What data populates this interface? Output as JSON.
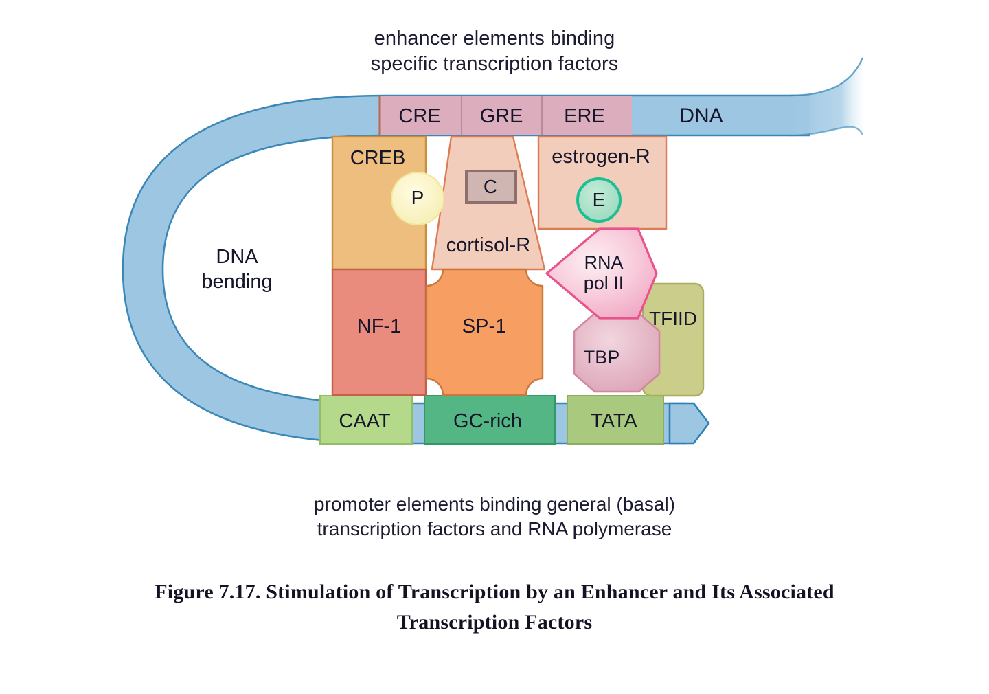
{
  "figure": {
    "top_caption_line1": "enhancer elements binding",
    "top_caption_line2": "specific transcription factors",
    "bottom_caption_line1": "promoter elements binding general (basal)",
    "bottom_caption_line2": "transcription factors and RNA polymerase",
    "caption_line1": "Figure 7.17.  Stimulation of Transcription by an Enhancer and Its Associated",
    "caption_line2": "Transcription Factors"
  },
  "dna": {
    "label": "DNA",
    "bending_label_line1": "DNA",
    "bending_label_line2": "bending",
    "strand_fill": "#9CC6E2",
    "strand_stroke": "#2F80B4"
  },
  "enhancer_elements": [
    {
      "label": "CRE",
      "fill": "#DCADBC"
    },
    {
      "label": "GRE",
      "fill": "#DCADBC"
    },
    {
      "label": "ERE",
      "fill": "#DCADBC"
    }
  ],
  "promoter_elements": [
    {
      "label": "CAAT",
      "fill": "#B5D98A"
    },
    {
      "label": "GC-rich",
      "fill": "#54B684"
    },
    {
      "label": "TATA",
      "fill": "#A8C97E"
    }
  ],
  "proteins": [
    {
      "name": "CREB",
      "label": "CREB",
      "fill": "#EEBE7E",
      "stroke": "#C98F3F",
      "shape": "rect"
    },
    {
      "name": "cortisol-R",
      "label": "cortisol-R",
      "fill": "#F3CDBB",
      "stroke": "#DC7C55",
      "shape": "trapezoid"
    },
    {
      "name": "estrogen-R",
      "label": "estrogen-R",
      "fill": "#F3CDBB",
      "stroke": "#DC7C55",
      "shape": "rect"
    },
    {
      "name": "NF-1",
      "label": "NF-1",
      "fill": "#E98C7D",
      "stroke": "#C4604A",
      "shape": "rect"
    },
    {
      "name": "SP-1",
      "label": "SP-1",
      "fill": "#F79E62",
      "stroke": "#C9793C",
      "shape": "notched-rect"
    },
    {
      "name": "RNA pol II",
      "label_line1": "RNA",
      "label_line2": "pol II",
      "fill": "#F6C3D3",
      "stroke": "#E8538C",
      "shape": "hexagon"
    },
    {
      "name": "TBP",
      "label": "TBP",
      "fill": "#E2AEBE",
      "stroke": "#D0889F",
      "shape": "octagon"
    },
    {
      "name": "TFIID",
      "label": "TFIID",
      "fill": "#CBCE8A",
      "stroke": "#A9AE5E",
      "shape": "rounded-rect"
    }
  ],
  "ligands": [
    {
      "label": "P",
      "name": "phosphate",
      "fill": "#FAF5C8",
      "stroke": "#EFE79A",
      "shape": "circle"
    },
    {
      "label": "C",
      "name": "cortisol",
      "fill": "#CFB6B3",
      "stroke": "#8F6E6E",
      "shape": "rect"
    },
    {
      "label": "E",
      "name": "estrogen",
      "fill": "#A9DFC6",
      "stroke": "#1DBE93",
      "shape": "circle"
    }
  ],
  "chart_data": {
    "type": "diagram",
    "title": "Stimulation of Transcription by an Enhancer and Its Associated Transcription Factors",
    "description": "Schematic of a looped DNA molecule in which distal enhancer elements (CRE, GRE, ERE) bound by specific transcription factors (CREB, cortisol-R, estrogen-R) are brought near the promoter elements (CAAT, GC-rich, TATA) bound by general transcription factors (NF-1, SP-1, TFIID, TBP) and RNA polymerase II.",
    "enhancer_pairs": [
      {
        "element": "CRE",
        "factor": "CREB",
        "ligand": "P"
      },
      {
        "element": "GRE",
        "factor": "cortisol-R",
        "ligand": "C"
      },
      {
        "element": "ERE",
        "factor": "estrogen-R",
        "ligand": "E"
      }
    ],
    "promoter_pairs": [
      {
        "element": "CAAT",
        "factor": "NF-1"
      },
      {
        "element": "GC-rich",
        "factor": "SP-1"
      },
      {
        "element": "TATA",
        "factor": "TBP / TFIID / RNA pol II"
      }
    ]
  }
}
